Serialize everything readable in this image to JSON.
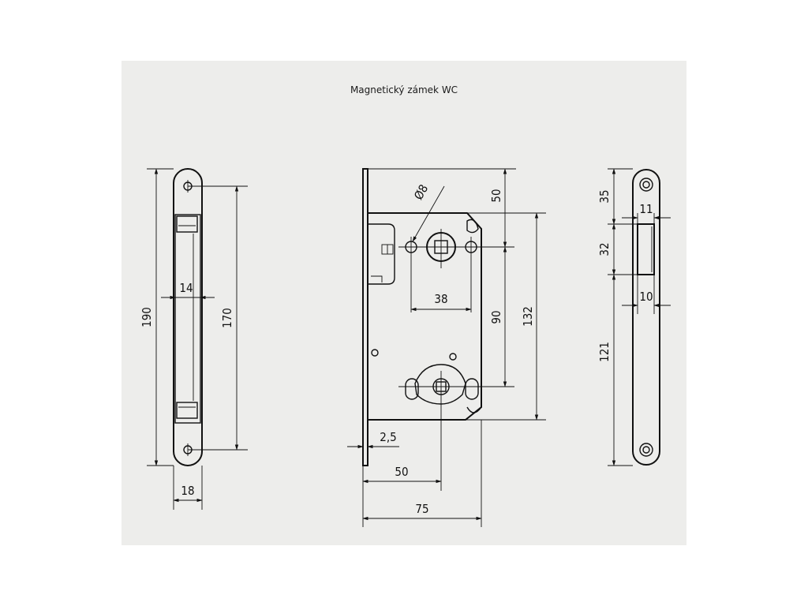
{
  "title": "Magnetický zámek WC",
  "front_plate": {
    "dims": {
      "height_total": "190",
      "hole_spacing": "170",
      "inner_width": "14",
      "width": "18"
    }
  },
  "lock_body": {
    "dims": {
      "hole_diameter": "Ø8",
      "top_to_handle": "50",
      "handle_width": "38",
      "handle_to_key": "90",
      "body_height": "132",
      "plate_thickness": "2,5",
      "backset": "50",
      "depth": "75"
    }
  },
  "strike_plate": {
    "dims": {
      "top_offset": "35",
      "opening_width_top": "11",
      "opening_height": "32",
      "opening_width_bottom": "10",
      "bottom_length": "121"
    }
  }
}
